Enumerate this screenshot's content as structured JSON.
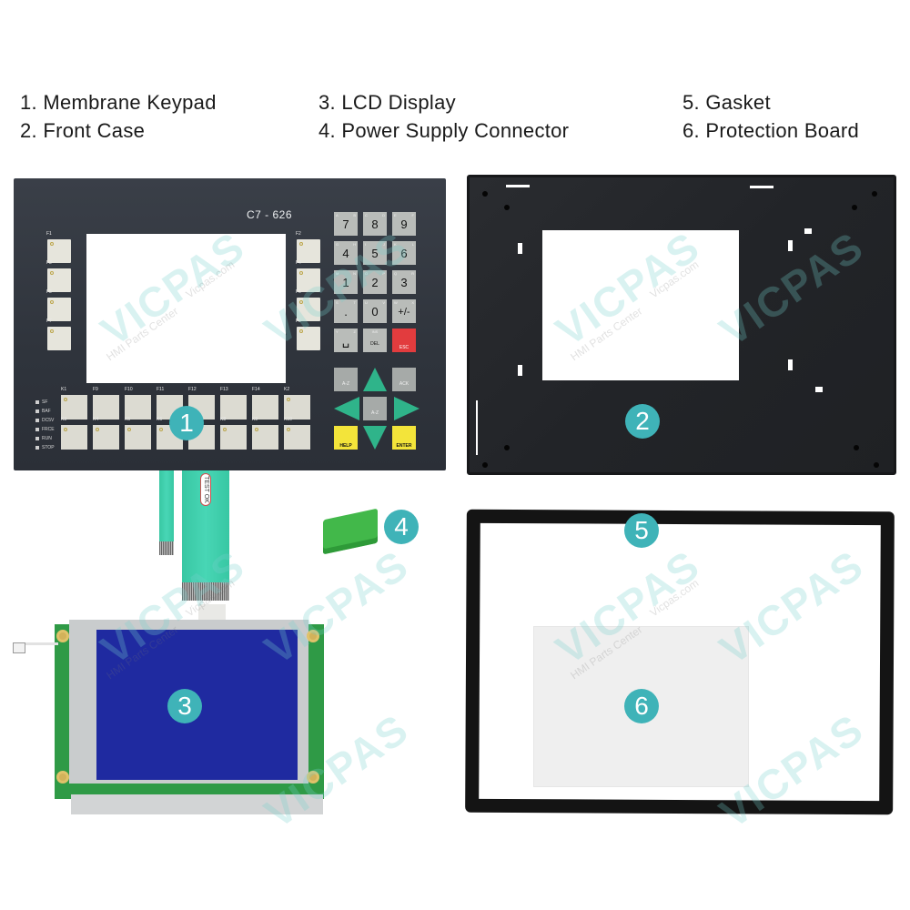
{
  "legend": {
    "col1": [
      "1. Membrane Keypad",
      "2. Front Case"
    ],
    "col2": [
      "3. LCD Display",
      "4. Power Supply Connector"
    ],
    "col3": [
      "5. Gasket",
      "6. Protection Board"
    ]
  },
  "badges": [
    "1",
    "2",
    "3",
    "4",
    "5",
    "6"
  ],
  "badge_color": "#3fb3b8",
  "keypad": {
    "model": "C7 - 626",
    "left_fkeys": [
      "F1",
      "F3",
      "F5",
      "F7"
    ],
    "right_fkeys": [
      "F2",
      "F4",
      "F6",
      "F8"
    ],
    "bottom_row1": [
      "K1",
      "F9",
      "F10",
      "F11",
      "F12",
      "F13",
      "F14",
      "K2"
    ],
    "bottom_row2": [
      "K3",
      "K4",
      "K5",
      "K6",
      "K7",
      "K8",
      "K9",
      "K10"
    ],
    "leds": [
      "SF",
      "BAF",
      "DC5V",
      "FRCE",
      "RUN",
      "STOP"
    ],
    "numpad": [
      {
        "main": "7",
        "sub": [
          "A",
          "B"
        ]
      },
      {
        "main": "8",
        "sub": [
          "C",
          "D"
        ]
      },
      {
        "main": "9",
        "sub": [
          "E",
          "F"
        ]
      },
      {
        "main": "4",
        "sub": [
          "G",
          "H"
        ]
      },
      {
        "main": "5",
        "sub": [
          "I",
          "J"
        ]
      },
      {
        "main": "6",
        "sub": [
          "K",
          "L"
        ]
      },
      {
        "main": "1",
        "sub": [
          "M",
          "N"
        ]
      },
      {
        "main": "2",
        "sub": [
          "O",
          "P"
        ]
      },
      {
        "main": "3",
        "sub": [
          "Q",
          "R"
        ]
      },
      {
        "main": ".",
        "sub": [
          "S",
          "T"
        ]
      },
      {
        "main": "0",
        "sub": [
          "U",
          "V"
        ]
      },
      {
        "main": "+/-",
        "sub": [
          "W",
          "X"
        ]
      },
      {
        "main": "␣",
        "sub": [
          "Y",
          "Z"
        ]
      },
      {
        "main": "DEL",
        "sub": [
          "INS",
          ""
        ]
      },
      {
        "main": "ESC",
        "sub": [
          "",
          ""
        ]
      }
    ],
    "nav": {
      "az": "A-Z",
      "ack": "ACK",
      "shift": "A-Z",
      "help": "HELP",
      "enter": "ENTER"
    },
    "colors": {
      "panel": "#30353d",
      "key": "#b9bcb9",
      "esc": "#e23c3e",
      "arrow": "#2fb48a",
      "yellow": "#f3e43a"
    }
  },
  "ribbon": {
    "label": "TEST OK"
  },
  "watermark": {
    "brand": "VICPAS",
    "sub1": "HMI Parts Center",
    "sub2": "Vicpas.com"
  }
}
